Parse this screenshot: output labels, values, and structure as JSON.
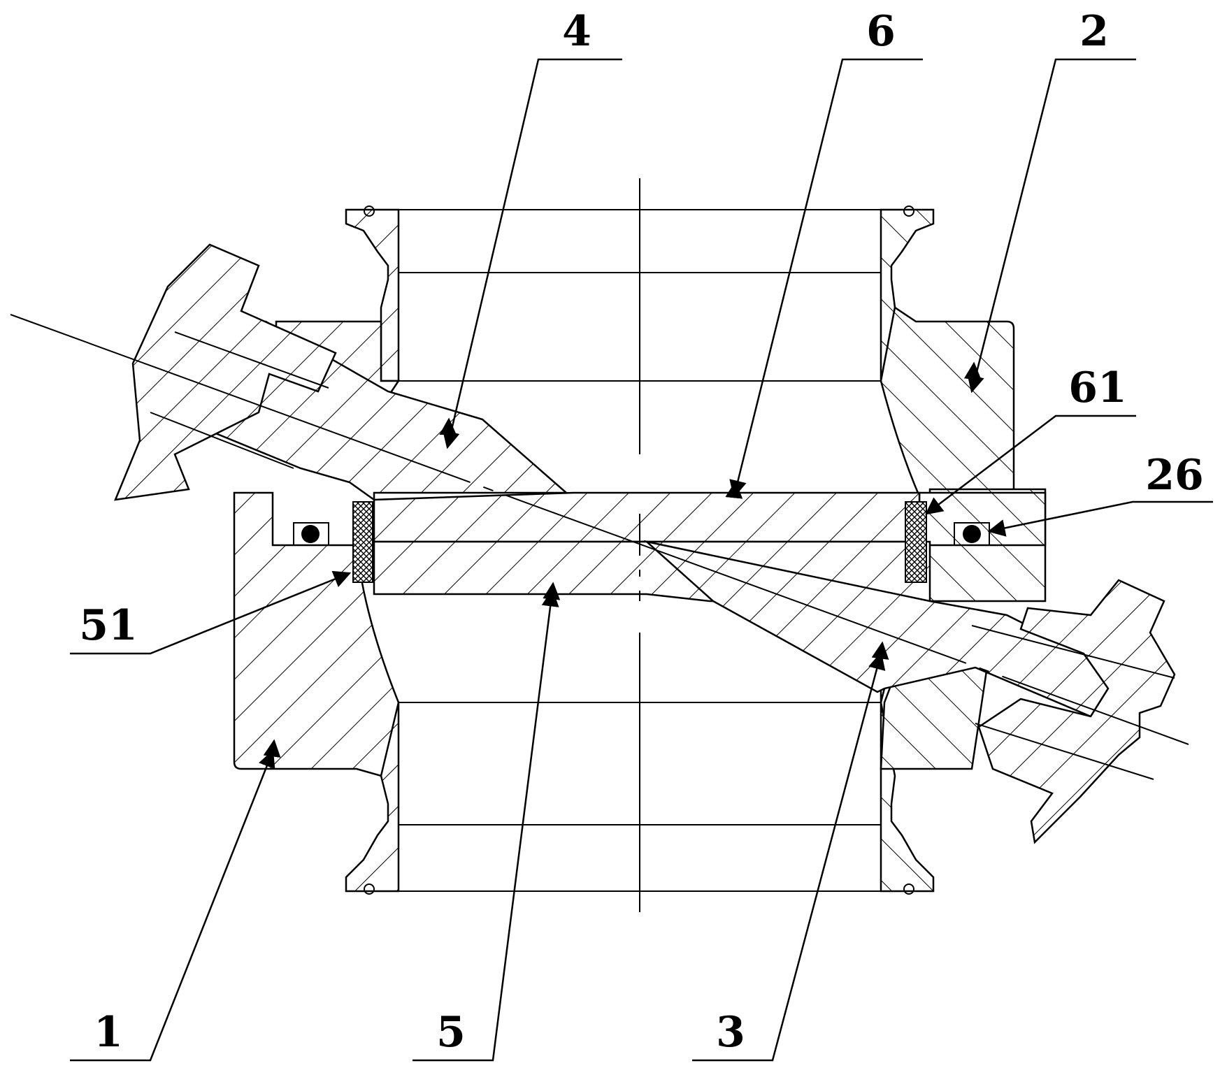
{
  "labels": {
    "l1": "1",
    "l2": "2",
    "l3": "3",
    "l4": "4",
    "l5": "5",
    "l6": "6",
    "l26": "26",
    "l51": "51",
    "l61": "61"
  },
  "colors": {
    "line": "#000000",
    "background": "#ffffff"
  }
}
